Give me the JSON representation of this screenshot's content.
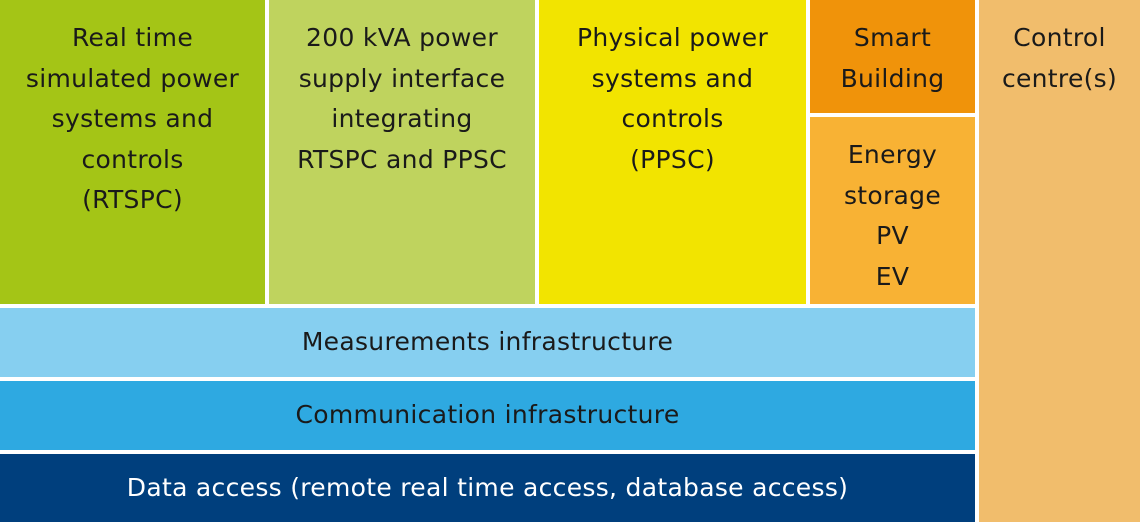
{
  "colors": {
    "rtspc": "#a4c516",
    "interface": "#bfd35e",
    "ppsc": "#f2e400",
    "smart_building": "#f0930a",
    "der": "#f8b234",
    "control_centre": "#f1bd6c",
    "measurements": "#86cff0",
    "communication": "#2ea9e1",
    "data_access": "#003f7d"
  },
  "blocks": {
    "rtspc": [
      "Real time",
      "simulated power",
      "systems and",
      "controls",
      "(RTSPC)"
    ],
    "interface": [
      "200 kVA power",
      "supply interface",
      "integrating",
      "RTSPC and PPSC"
    ],
    "ppsc": [
      "Physical power",
      "systems and",
      "controls",
      "(PPSC)"
    ],
    "smart_building": [
      "Smart",
      "Building"
    ],
    "der": [
      "Energy",
      "storage",
      "PV",
      "EV"
    ],
    "control_centre": [
      "Control",
      "centre(s)"
    ]
  },
  "layers": {
    "measurements": "Measurements infrastructure",
    "communication": "Communication infrastructure",
    "data_access": "Data access (remote real time access, database access)"
  }
}
